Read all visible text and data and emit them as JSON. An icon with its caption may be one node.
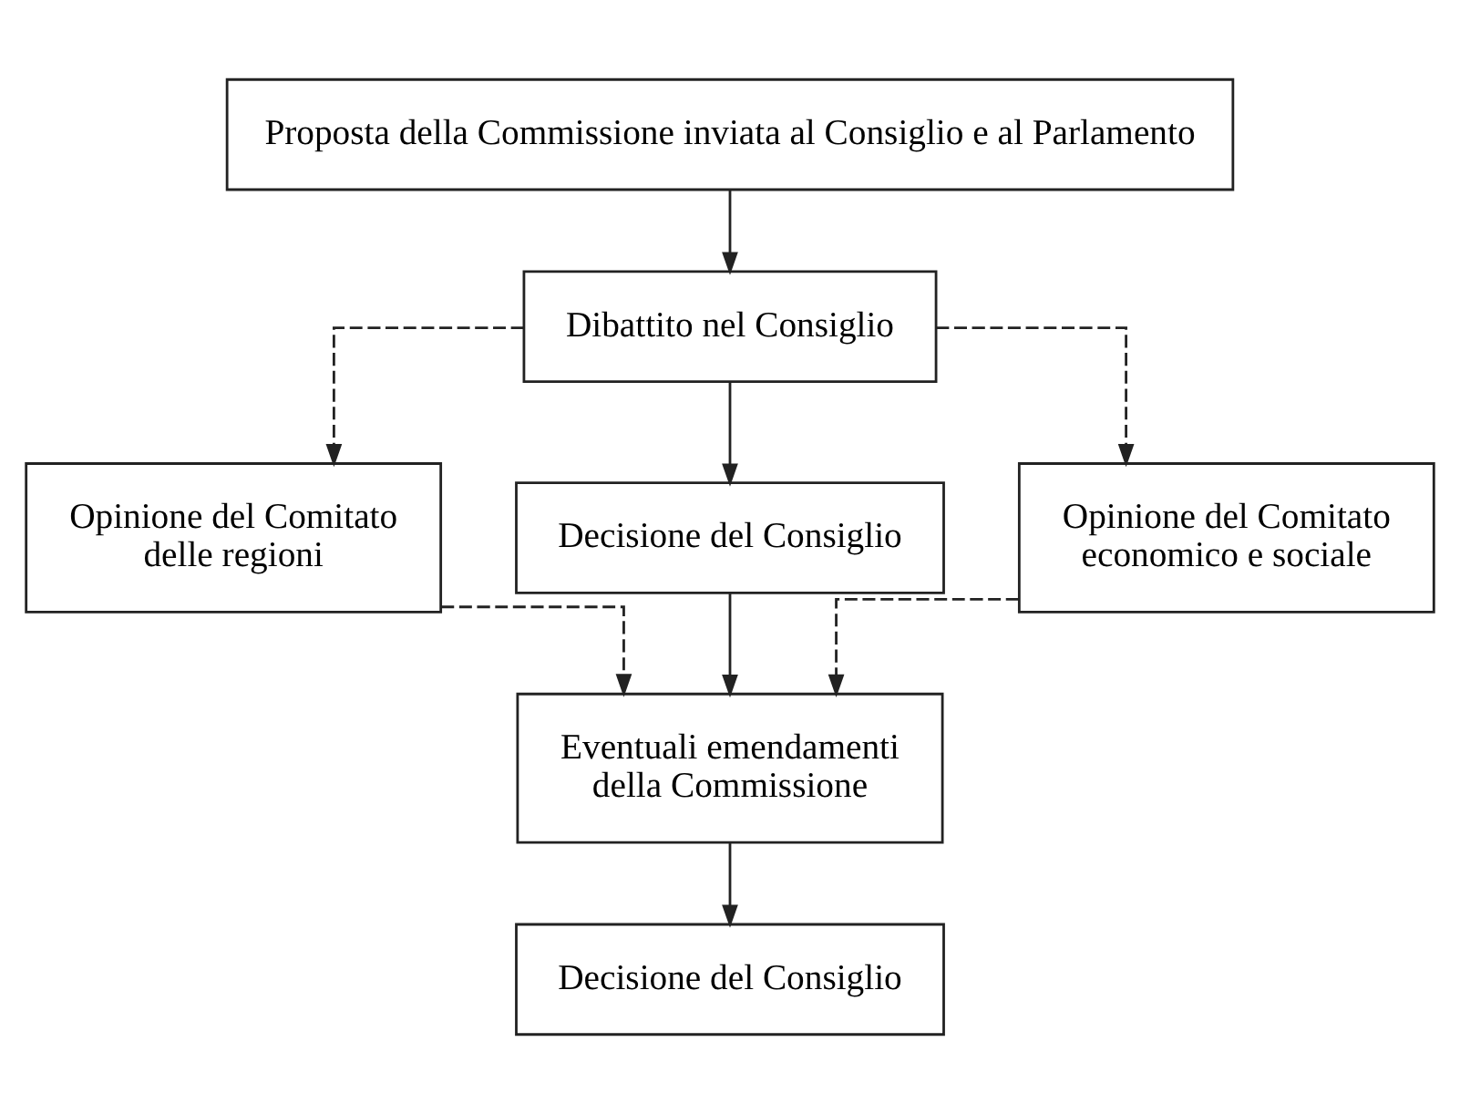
{
  "diagram": {
    "nodes": [
      {
        "text": [
          "Proposta della Commissione inviata al Consiglio e al Parlamento"
        ]
      },
      {
        "text": [
          "Dibattito nel Consiglio"
        ]
      },
      {
        "text": [
          "Opinione del Comitato delle regioni"
        ]
      },
      {
        "text": [
          "Decisione del Consiglio"
        ]
      },
      {
        "text": [
          "Opinione del Comitato economico e sociale"
        ]
      },
      {
        "text": [
          "Eventuali emendamenti della Commissione"
        ]
      },
      {
        "text": [
          "Decisione del Consiglio"
        ]
      }
    ],
    "edges": [
      {
        "from": 0,
        "to": 1,
        "arrow": "to"
      },
      {
        "from": 1,
        "to": 2,
        "arrow": "to",
        "style": "dashed"
      },
      {
        "from": 1,
        "to": 3,
        "arrow": "to"
      },
      {
        "from": 1,
        "to": 4,
        "arrow": "to",
        "style": "dashed"
      },
      {
        "from": 3,
        "to": 5,
        "arrow": "to"
      },
      {
        "from": 2,
        "to": 5,
        "arrow": "to",
        "style": "dashed"
      },
      {
        "from": 4,
        "to": 5,
        "arrow": "to",
        "style": "dashed"
      },
      {
        "from": 5,
        "to": 6,
        "arrow": "to"
      }
    ]
  }
}
